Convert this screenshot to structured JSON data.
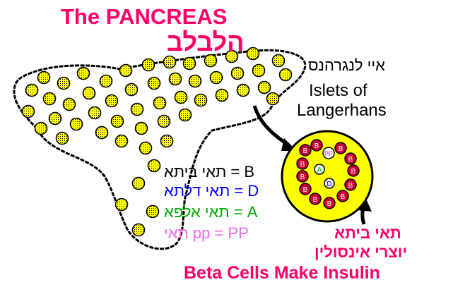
{
  "title": {
    "english": "The PANCREAS",
    "hebrew": "הלבלב"
  },
  "islets_label": {
    "hebrew": "איי לנגרהנס",
    "english_line1": "Islets of",
    "english_line2": "Langerhans"
  },
  "legend": [
    {
      "letter": "B",
      "text": "תאי ביתא = B",
      "color": "#000000"
    },
    {
      "letter": "D",
      "text": "תאי דלתא = D",
      "color": "#0000ff"
    },
    {
      "letter": "A",
      "text": "תאי אלפא = A",
      "color": "#00aa00"
    },
    {
      "letter": "PP",
      "text": "תאי pp  = PP",
      "color": "#ee66ee"
    }
  ],
  "islet_cells": {
    "beta_label": "B",
    "alpha_label": "A",
    "delta_label": "D",
    "pp_label": "PP"
  },
  "beta_caption": {
    "hebrew_line1": "תאי ביתא",
    "hebrew_line2": "יוצרי אינסולין",
    "english": "Beta Cells Make Insulin"
  },
  "colors": {
    "title": "#ff0066",
    "islet_fill": "#ffff00",
    "beta_cell": "#cc0033",
    "outline": "#000000"
  }
}
